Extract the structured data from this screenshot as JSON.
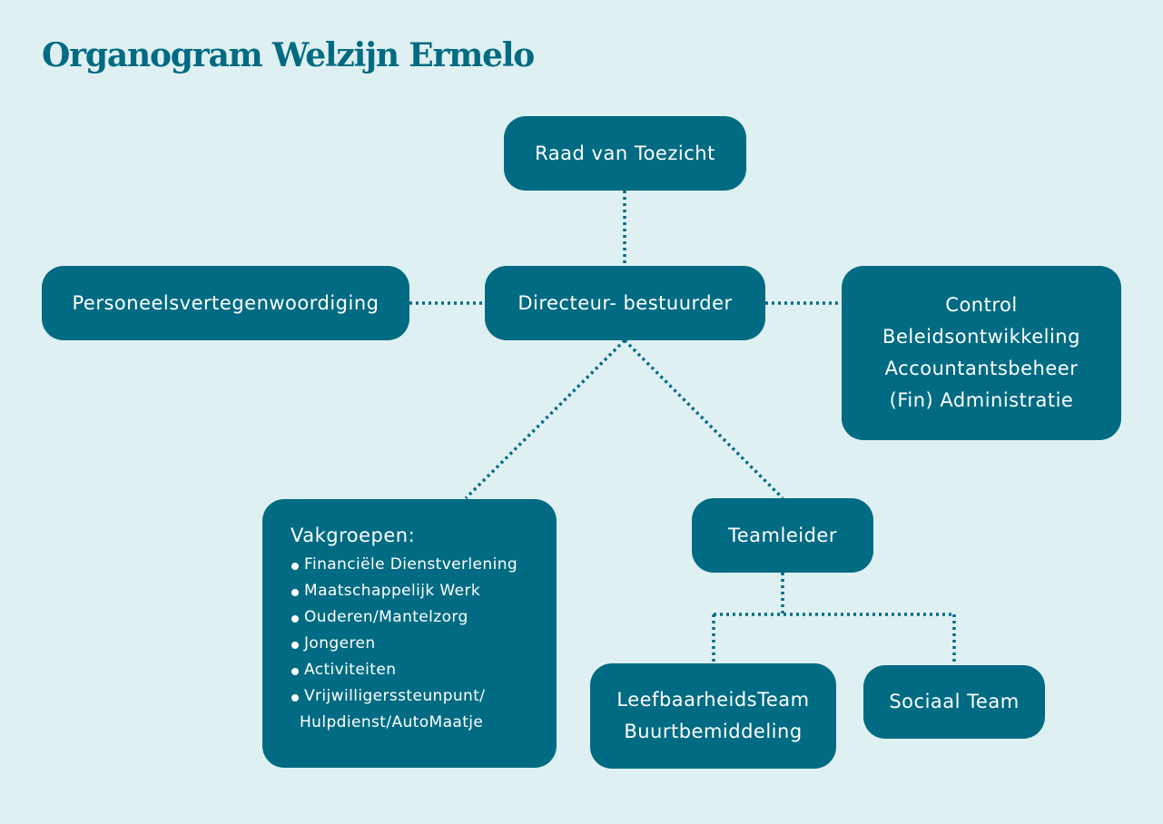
{
  "title": "Organogram Welzijn Ermelo",
  "colors": {
    "background": "#dff0f2",
    "box": "#006b82",
    "text_on_box": "#ffffff",
    "title": "#006b82"
  },
  "nodes": {
    "raad": {
      "lines": [
        "Raad van Toezicht"
      ]
    },
    "directeur": {
      "lines": [
        "Directeur- bestuurder"
      ]
    },
    "personeel": {
      "lines": [
        "Personeelsvertegenwoordiging"
      ]
    },
    "control": {
      "lines": [
        "Control",
        "Beleidsontwikkeling",
        "Accountantsbeheer",
        "(Fin) Administratie"
      ]
    },
    "vakgroepen": {
      "title": "Vakgroepen:",
      "items": [
        "Financiële Dienstverlening",
        "Maatschappelijk Werk",
        "Ouderen/Mantelzorg",
        "Jongeren",
        "Activiteiten",
        "Vrijwilligerssteunpunt/",
        "Hulpdienst/AutoMaatje"
      ]
    },
    "teamleider": {
      "lines": [
        "Teamleider"
      ]
    },
    "leefbaarheid": {
      "lines": [
        "LeefbaarheidsTeam",
        "Buurtbemiddeling"
      ]
    },
    "sociaal": {
      "lines": [
        "Sociaal Team"
      ]
    }
  }
}
